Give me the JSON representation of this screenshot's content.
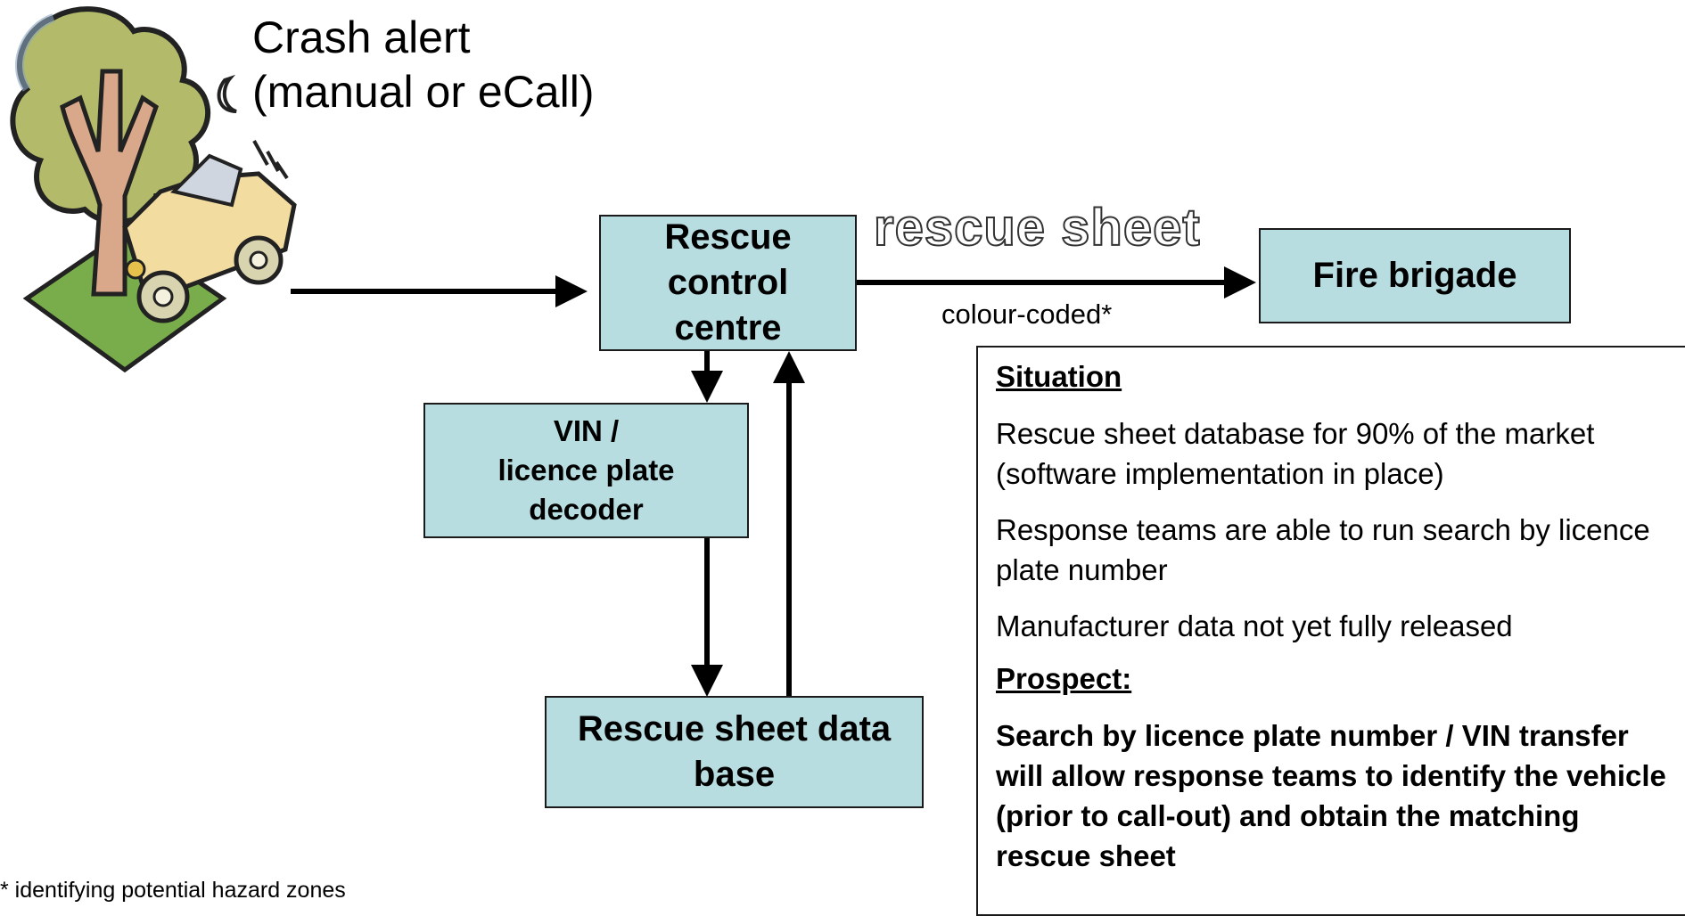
{
  "crash_alert": {
    "text": "Crash alert\n(manual or eCall)"
  },
  "nodes": {
    "rescue_control_centre": "Rescue\ncontrol\ncentre",
    "vin_decoder": "VIN  /\nlicence plate\ndecoder",
    "database": "Rescue sheet data\nbase",
    "fire_brigade": "Fire brigade"
  },
  "edge_labels": {
    "rescue_sheet": "rescue sheet",
    "colour_coded": "colour-coded*"
  },
  "panel": {
    "situation_title": "Situation",
    "situation_items": [
      "Rescue sheet database for 90% of the market (software implementation in place)",
      "Response teams are able to run search by licence plate number",
      "Manufacturer data not yet fully released"
    ],
    "prospect_title": "Prospect:",
    "prospect_text": "Search by licence plate number / VIN transfer will allow response teams to identify the vehicle (prior to call-out) and obtain the matching rescue sheet"
  },
  "footnote": "* identifying potential hazard zones",
  "colors": {
    "box_fill": "#b7dde0",
    "border": "#1a1a1a"
  },
  "icons": {
    "crash_illustration": "car-crash-tree-illustration"
  }
}
